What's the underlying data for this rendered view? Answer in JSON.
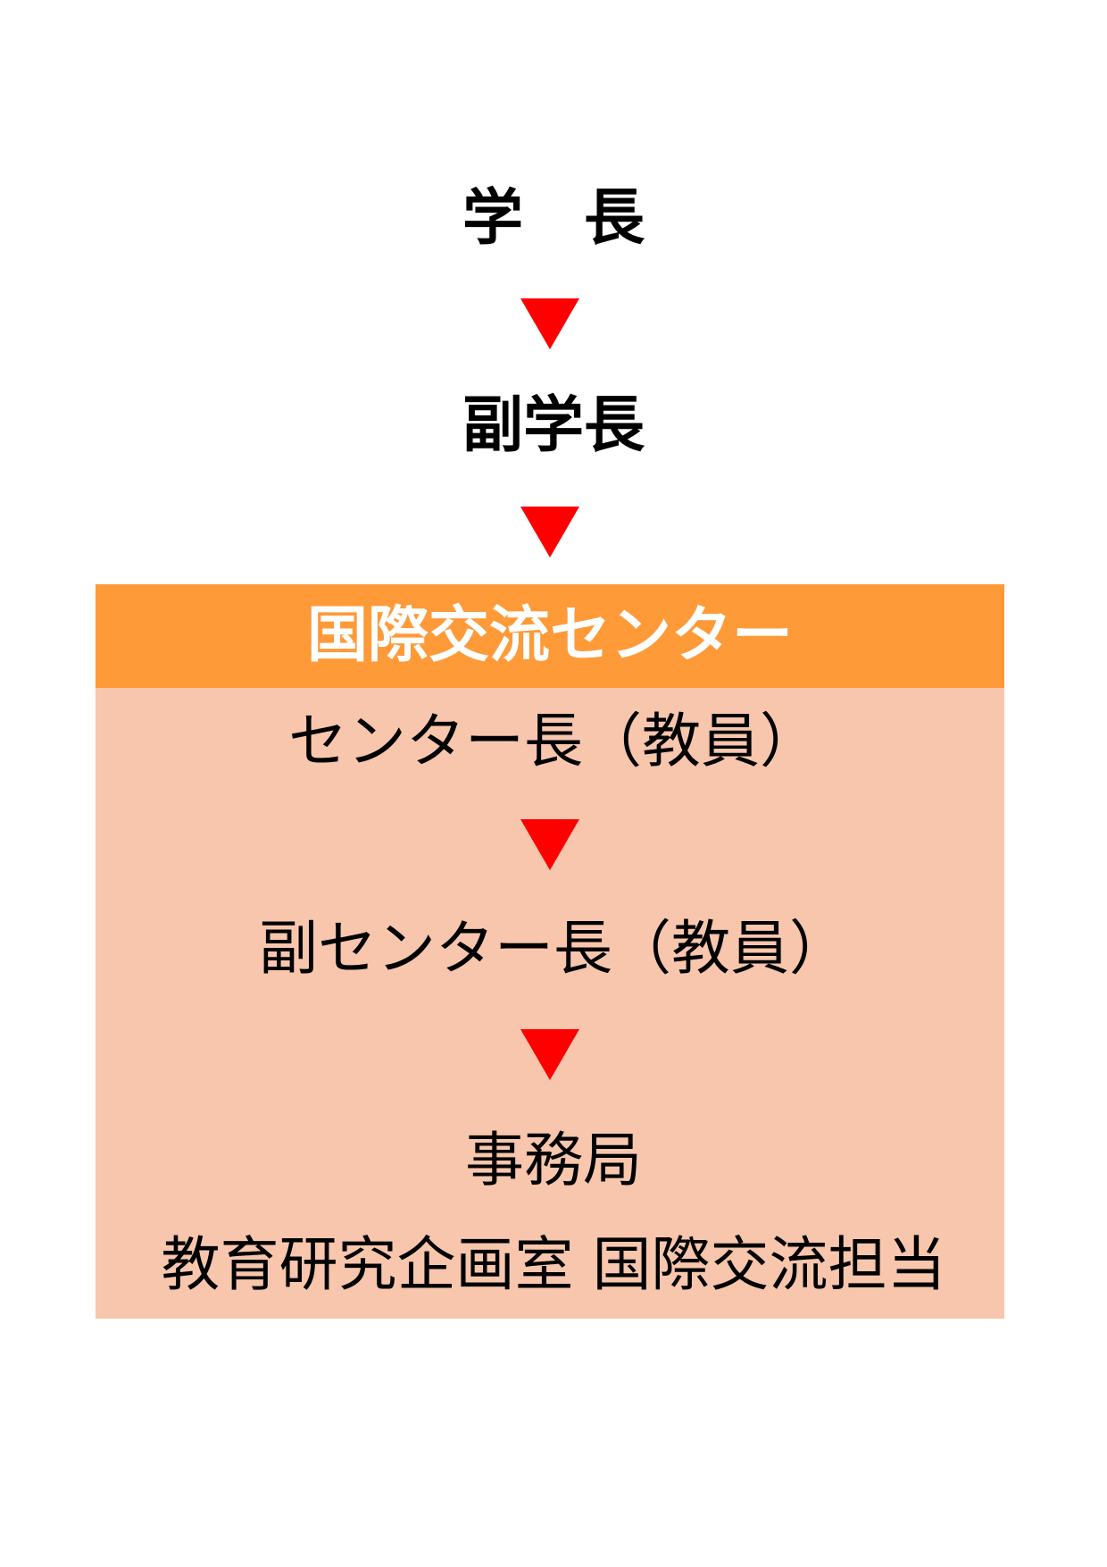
{
  "top_levels": [
    {
      "label": "学　長"
    },
    {
      "label": "副学長"
    }
  ],
  "center": {
    "title": "国際交流センター",
    "roles": [
      {
        "label": "センター長（教員）"
      },
      {
        "label": "副センター長（教員）"
      }
    ],
    "office": {
      "line1": "事務局",
      "line2": "教育研究企画室 国際交流担当"
    }
  },
  "arrow_icon": "down-triangle-icon",
  "colors": {
    "arrow": "#FF0000",
    "header_bg": "#FF9A38",
    "box_bg": "#F7C6AD",
    "header_text": "#FFFFFF"
  }
}
